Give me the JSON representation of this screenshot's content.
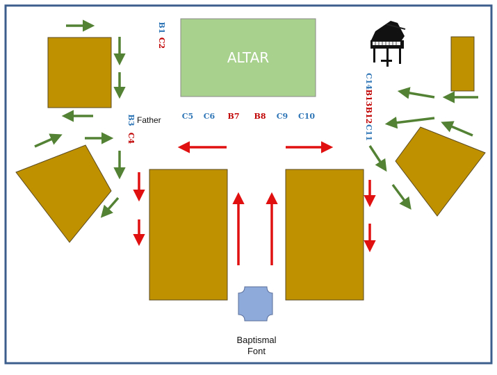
{
  "colors": {
    "frame": "#3b5e8c",
    "pew": "#bf9000",
    "pew_stroke": "#5a4a20",
    "altar_fill": "#a9d18e",
    "altar_text": "#ffffff",
    "font_fill": "#8eaadb",
    "red": "#e01010",
    "green": "#548235",
    "blue_label": "#2e75b6",
    "red_label": "#c00000"
  },
  "altar": {
    "label": "ALTAR"
  },
  "font": {
    "line1": "Baptismal",
    "line2": "Font"
  },
  "father_label": "Father",
  "labels_top_row": [
    {
      "text": "C5",
      "color": "blue"
    },
    {
      "text": "C6",
      "color": "blue"
    },
    {
      "text": "B7",
      "color": "red"
    },
    {
      "text": "B8",
      "color": "red"
    },
    {
      "text": "C9",
      "color": "blue"
    },
    {
      "text": "C10",
      "color": "blue"
    }
  ],
  "labels_vertical": [
    {
      "text": "B1",
      "color": "blue"
    },
    {
      "text": "C2",
      "color": "red"
    },
    {
      "text": "B3",
      "color": "blue"
    },
    {
      "text": "C4",
      "color": "red"
    },
    {
      "text": "C11",
      "color": "blue"
    },
    {
      "text": "B12",
      "color": "red"
    },
    {
      "text": "B13",
      "color": "red"
    },
    {
      "text": "C14",
      "color": "blue"
    }
  ],
  "icons": {
    "piano": "grand-piano-icon"
  }
}
